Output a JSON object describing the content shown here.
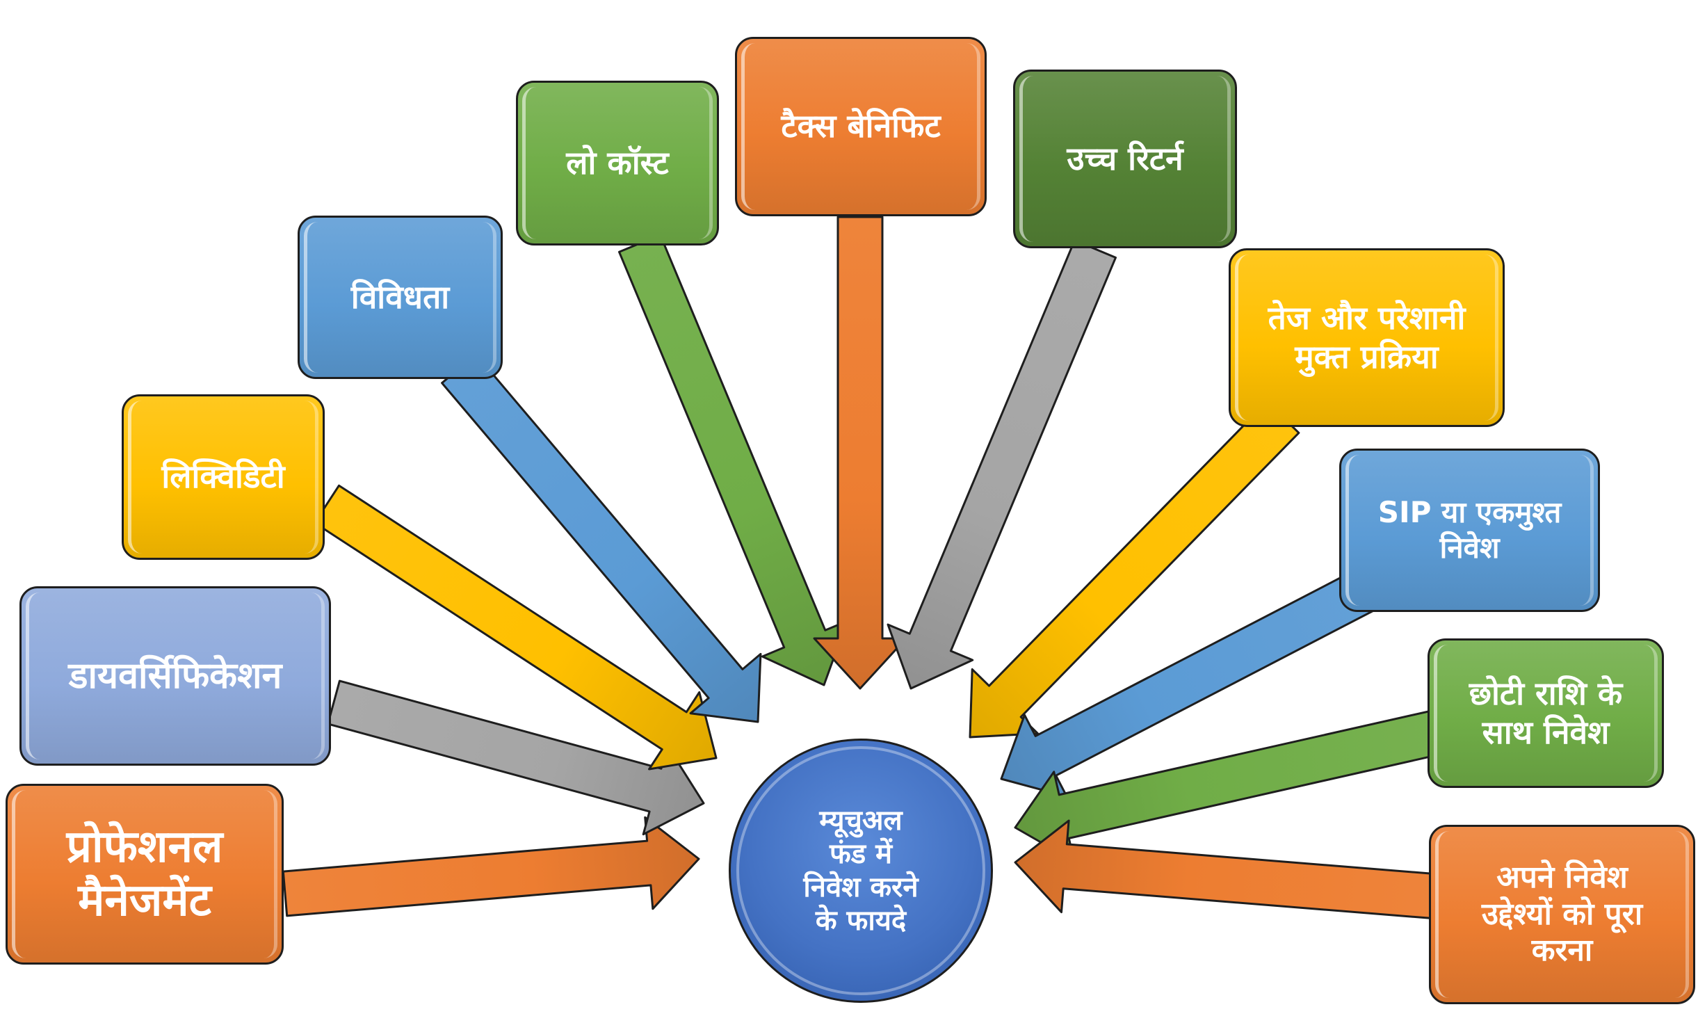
{
  "colors": {
    "orange": "#ed7d31",
    "green": "#70ad47",
    "dark_green": "#548235",
    "blue": "#5b9bd5",
    "light_blue": "#8faadc",
    "yellow": "#ffc000",
    "gray": "#a5a5a5",
    "center_blue": "#4472c4",
    "outline": "#1e1e1e"
  },
  "center": {
    "label": "म्यूचुअल\nफंड में\nनिवेश करने\nके फायदे"
  },
  "benefits": [
    {
      "id": "professional-management",
      "label": "प्रोफेशनल\nमैनेजमेंट",
      "color": "orange",
      "arrow_color": "orange"
    },
    {
      "id": "diversification",
      "label": "डायवर्सिफिकेशन",
      "color": "light_blue",
      "arrow_color": "gray"
    },
    {
      "id": "liquidity",
      "label": "लिक्विडिटी",
      "color": "yellow",
      "arrow_color": "yellow"
    },
    {
      "id": "vividhata",
      "label": "विविधता",
      "color": "blue",
      "arrow_color": "blue"
    },
    {
      "id": "low-cost",
      "label": "लो कॉस्ट",
      "color": "green",
      "arrow_color": "green"
    },
    {
      "id": "tax-benefit",
      "label": "टैक्स बेनिफिट",
      "color": "orange",
      "arrow_color": "orange"
    },
    {
      "id": "high-return",
      "label": "उच्च रिटर्न",
      "color": "dark_green",
      "arrow_color": "gray"
    },
    {
      "id": "fast-process",
      "label": "तेज और परेशानी\nमुक्त प्रक्रिया",
      "color": "yellow",
      "arrow_color": "yellow"
    },
    {
      "id": "sip-lumpsum",
      "label": "SIP या एकमुश्त\nनिवेश",
      "color": "blue",
      "arrow_color": "blue"
    },
    {
      "id": "small-amount",
      "label": "छोटी राशि के\nसाथ निवेश",
      "color": "green",
      "arrow_color": "green"
    },
    {
      "id": "fulfil-goals",
      "label": "अपने निवेश\nउद्देश्यों को पूरा\nकरना",
      "color": "orange",
      "arrow_color": "orange"
    }
  ]
}
